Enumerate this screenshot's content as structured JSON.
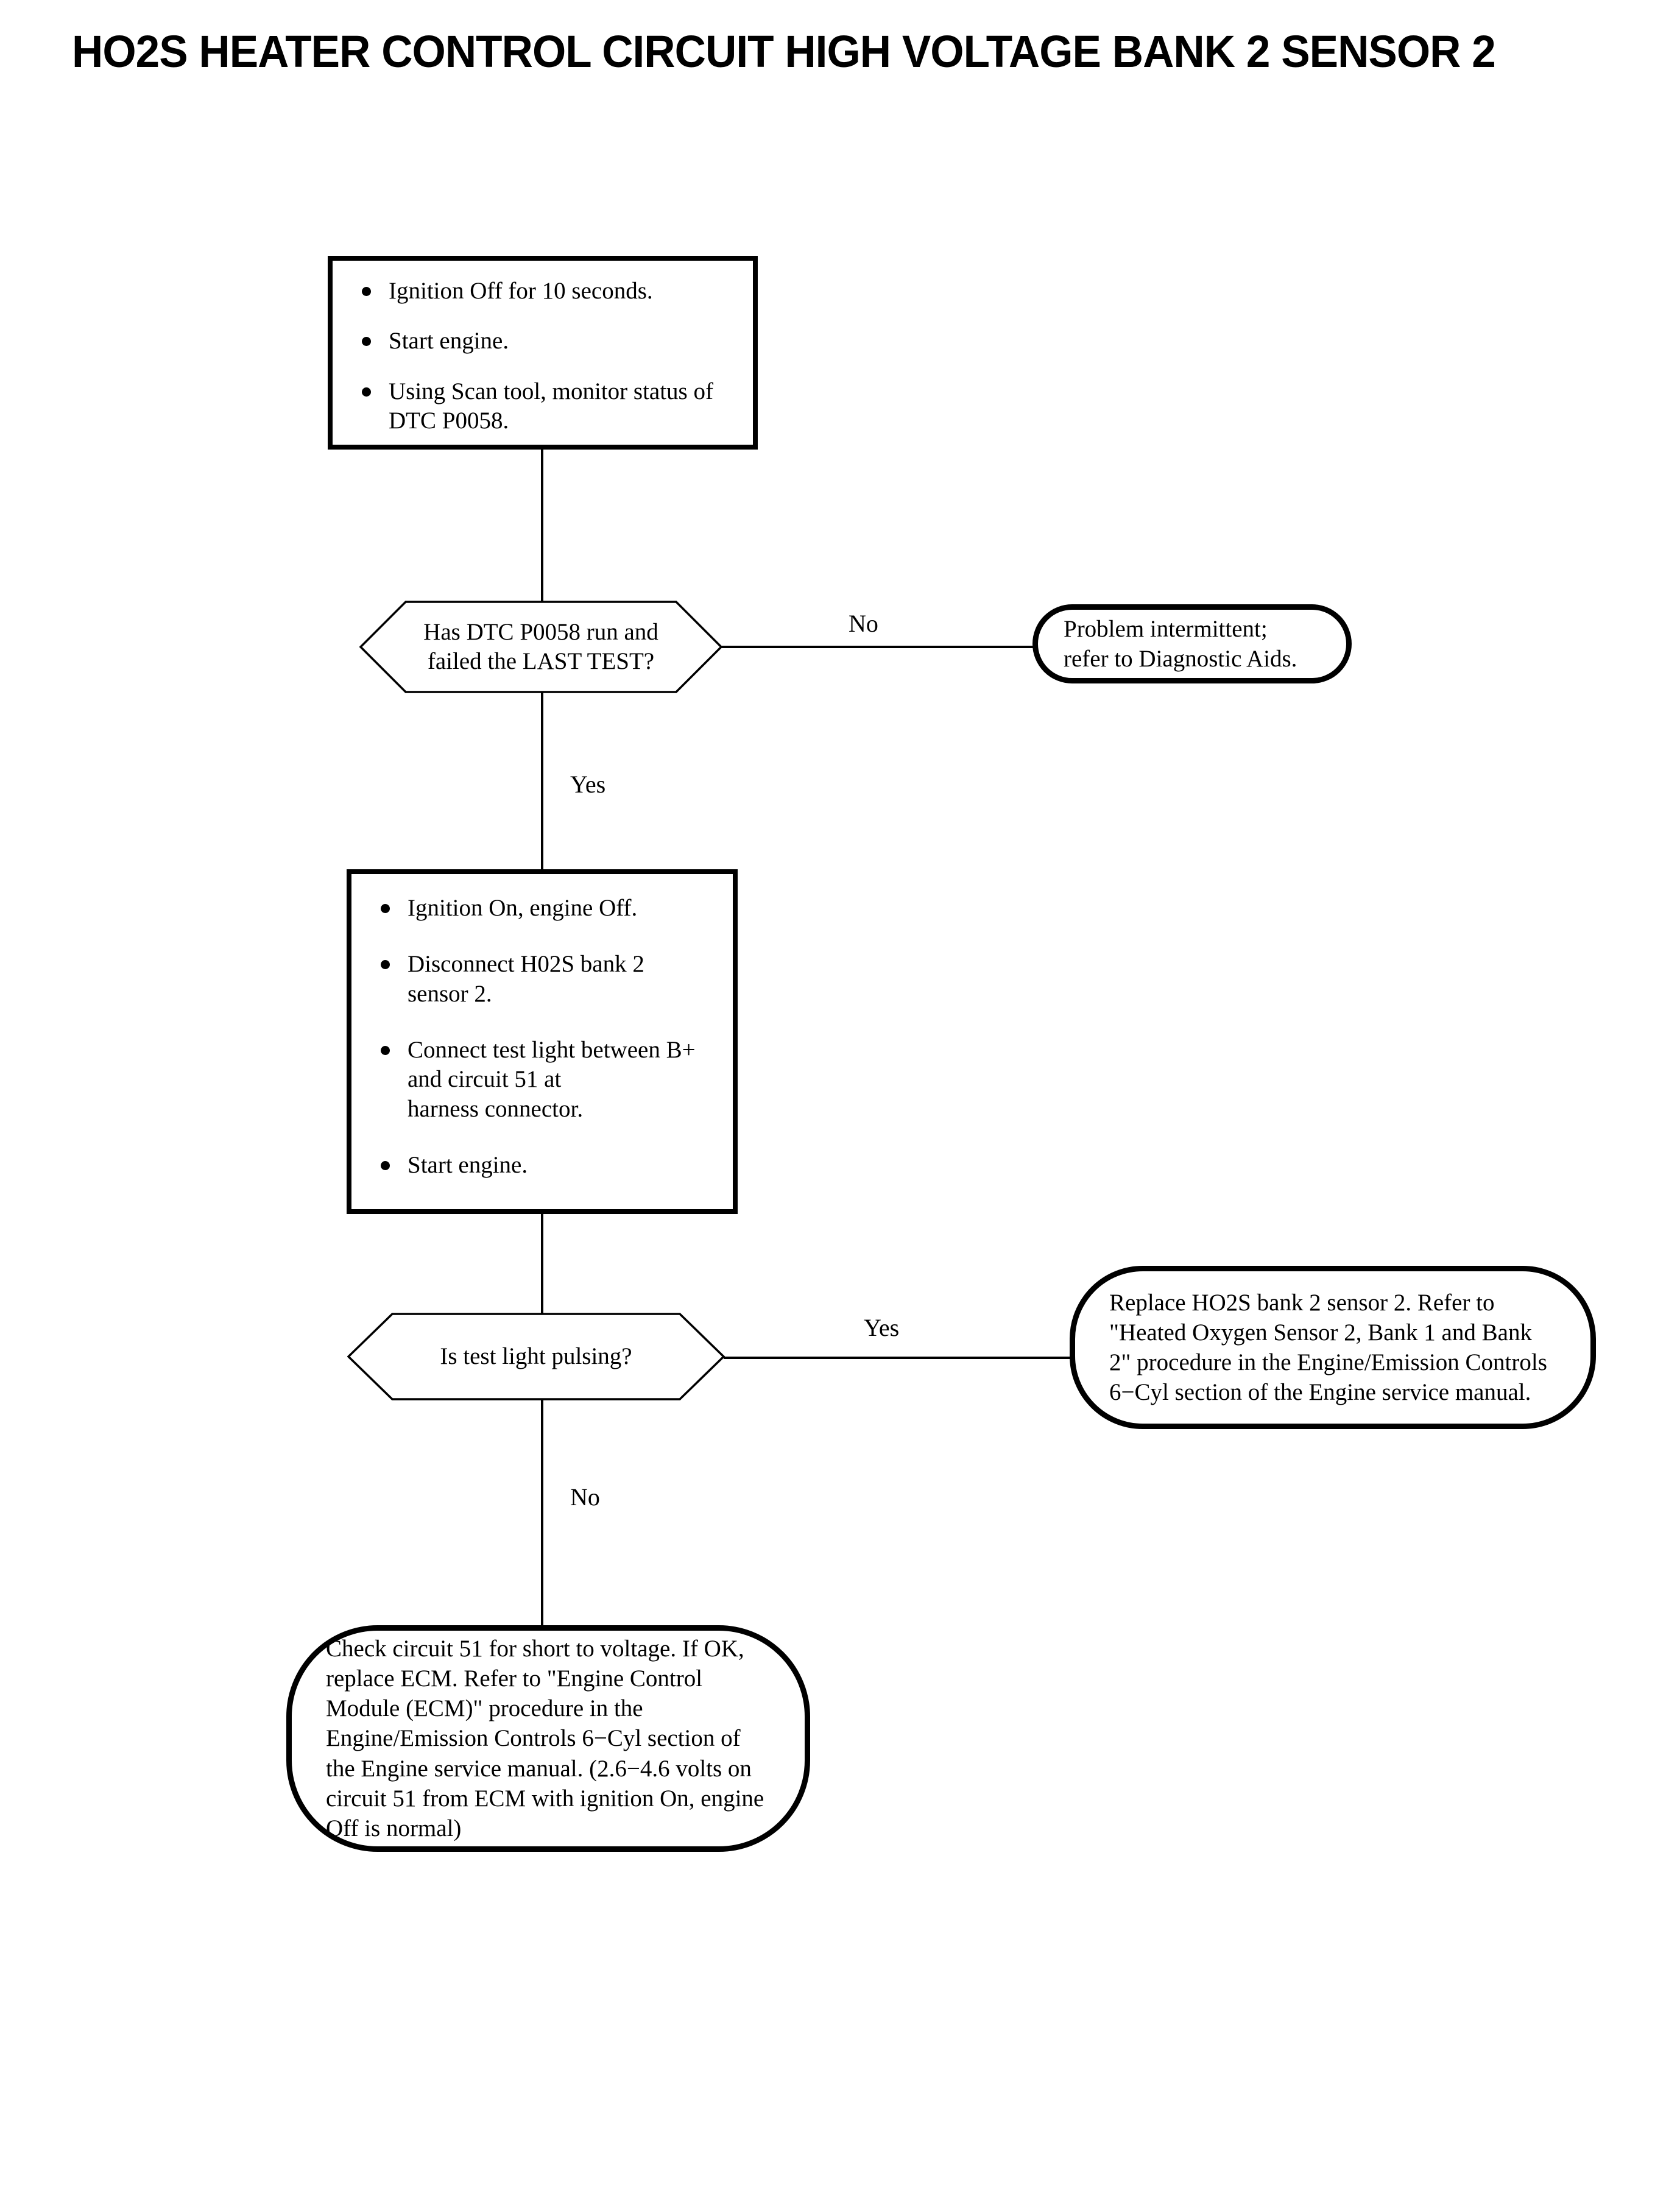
{
  "page": {
    "title": "HO2S HEATER CONTROL CIRCUIT HIGH VOLTAGE BANK 2 SENSOR 2"
  },
  "flow": {
    "step1": {
      "name": "initial-conditions-box",
      "bullets": [
        "Ignition Off for 10 seconds.",
        "Start engine.",
        "Using Scan tool, monitor status of DTC P0058."
      ]
    },
    "decision1": {
      "name": "dtc-run-and-failed-decision",
      "question_line1": "Has DTC P0058 run and",
      "question_line2": "failed the LAST TEST?",
      "yes_label": "Yes",
      "no_label": "No"
    },
    "terminal1": {
      "name": "problem-intermittent-terminal",
      "line1": "Problem intermittent;",
      "line2": "refer to Diagnostic Aids."
    },
    "step2": {
      "name": "test-light-setup-box",
      "bullets": [
        "Ignition On, engine Off.",
        "Disconnect H02S bank 2\nsensor 2.",
        "Connect test light between B+\nand circuit 51 at\nharness connector.",
        "Start engine."
      ]
    },
    "decision2": {
      "name": "test-light-pulsing-decision",
      "question": "Is test light pulsing?",
      "yes_label": "Yes",
      "no_label": "No"
    },
    "terminal2": {
      "name": "replace-sensor-terminal",
      "text": "Replace HO2S bank 2 sensor 2. Refer to \"Heated Oxygen Sensor 2, Bank 1 and Bank 2\" procedure in the Engine/Emission Controls 6−Cyl section of the Engine service manual."
    },
    "terminal3": {
      "name": "check-circuit-terminal",
      "text": "Check circuit 51 for short to voltage. If OK, replace ECM. Refer to \"Engine Control Module (ECM)\" procedure in the Engine/Emission Controls 6−Cyl section of the Engine service manual. (2.6−4.6 volts on circuit 51 from ECM with ignition On, engine Off is normal)"
    }
  },
  "colors": {
    "ink": "#000000",
    "paper": "#ffffff"
  }
}
